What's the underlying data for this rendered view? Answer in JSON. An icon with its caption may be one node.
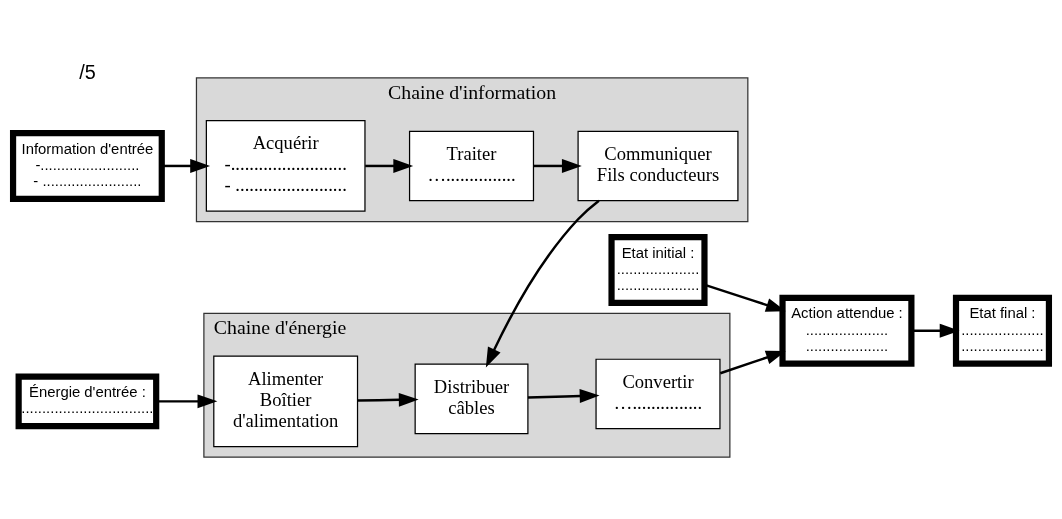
{
  "diagram": {
    "nodes": [
      {
        "text": [
          "Information d'entrée",
          "-........................",
          "- ........................"
        ]
      },
      {
        "text": [
          "Chaine d'information"
        ]
      },
      {
        "text": [
          "Acquérir",
          "-.........................",
          "- ........................"
        ],
        "in": 1
      },
      {
        "text": [
          "Traiter",
          "…..............."
        ],
        "in": 1
      },
      {
        "text": [
          "Communiquer",
          "Fils conducteurs"
        ],
        "in": 1
      },
      {
        "text": [
          "Énergie d'entrée :",
          "................................"
        ]
      },
      {
        "text": [
          "Chaine d'énergie"
        ]
      },
      {
        "text": [
          "Alimenter",
          "Boîtier",
          "d'alimentation"
        ],
        "in": 6
      },
      {
        "text": [
          "Distribuer",
          "câbles"
        ],
        "in": 6
      },
      {
        "text": [
          "Convertir",
          "…..............."
        ],
        "in": 6
      },
      {
        "text": [
          "Etat initial :",
          "....................",
          "...................."
        ]
      },
      {
        "text": [
          "Action attendue :",
          "....................",
          "...................."
        ]
      },
      {
        "text": [
          "Etat final :",
          "....................",
          "...................."
        ]
      }
    ],
    "edges": [
      {
        "from": 0,
        "to": 2,
        "arrow": "to"
      },
      {
        "from": 2,
        "to": 3,
        "arrow": "to"
      },
      {
        "from": 3,
        "to": 4,
        "arrow": "to"
      },
      {
        "from": 4,
        "to": 8,
        "arrow": "to"
      },
      {
        "from": 5,
        "to": 7,
        "arrow": "to"
      },
      {
        "from": 7,
        "to": 8,
        "arrow": "to"
      },
      {
        "from": 8,
        "to": 9,
        "arrow": "to"
      },
      {
        "from": 9,
        "to": 11,
        "arrow": "to"
      },
      {
        "from": 10,
        "to": 11,
        "arrow": "to"
      },
      {
        "from": 11,
        "to": 12,
        "arrow": "to"
      }
    ],
    "labels": [
      "/5"
    ]
  }
}
